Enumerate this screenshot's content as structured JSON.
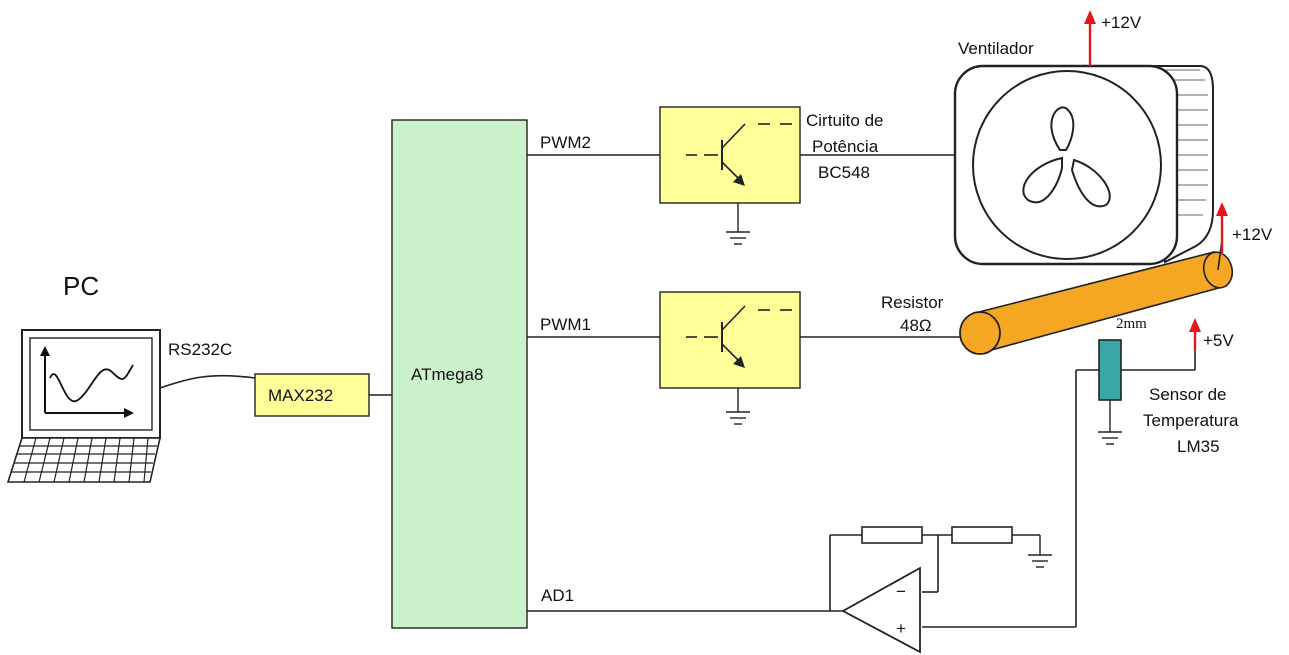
{
  "labels": {
    "pc": "PC",
    "rs232c": "RS232C",
    "max232": "MAX232",
    "atmega8": "ATmega8",
    "pwm2": "PWM2",
    "pwm1": "PWM1",
    "ad1": "AD1",
    "power_circuit_line1": "Cirtuito de",
    "power_circuit_line2": "Potência",
    "power_circuit_line3": "BC548",
    "fan": "Ventilador",
    "fan_supply": "+12V",
    "resistor_supply": "+12V",
    "sensor_supply": "+5V",
    "resistor_line1": "Resistor",
    "resistor_line2": "48Ω",
    "distance": "2mm",
    "sensor_line1": "Sensor de",
    "sensor_line2": "Temperatura",
    "sensor_line3": "LM35",
    "opamp_minus": "−",
    "opamp_plus": "+"
  },
  "colors": {
    "mcu_fill": "#ccf2cc",
    "driver_fill": "#ffff99",
    "max232_fill": "#ffff99",
    "resistor_fill": "#f5a623",
    "sensor_fill": "#3aa6a6",
    "supply_arrow": "#e8151b"
  }
}
